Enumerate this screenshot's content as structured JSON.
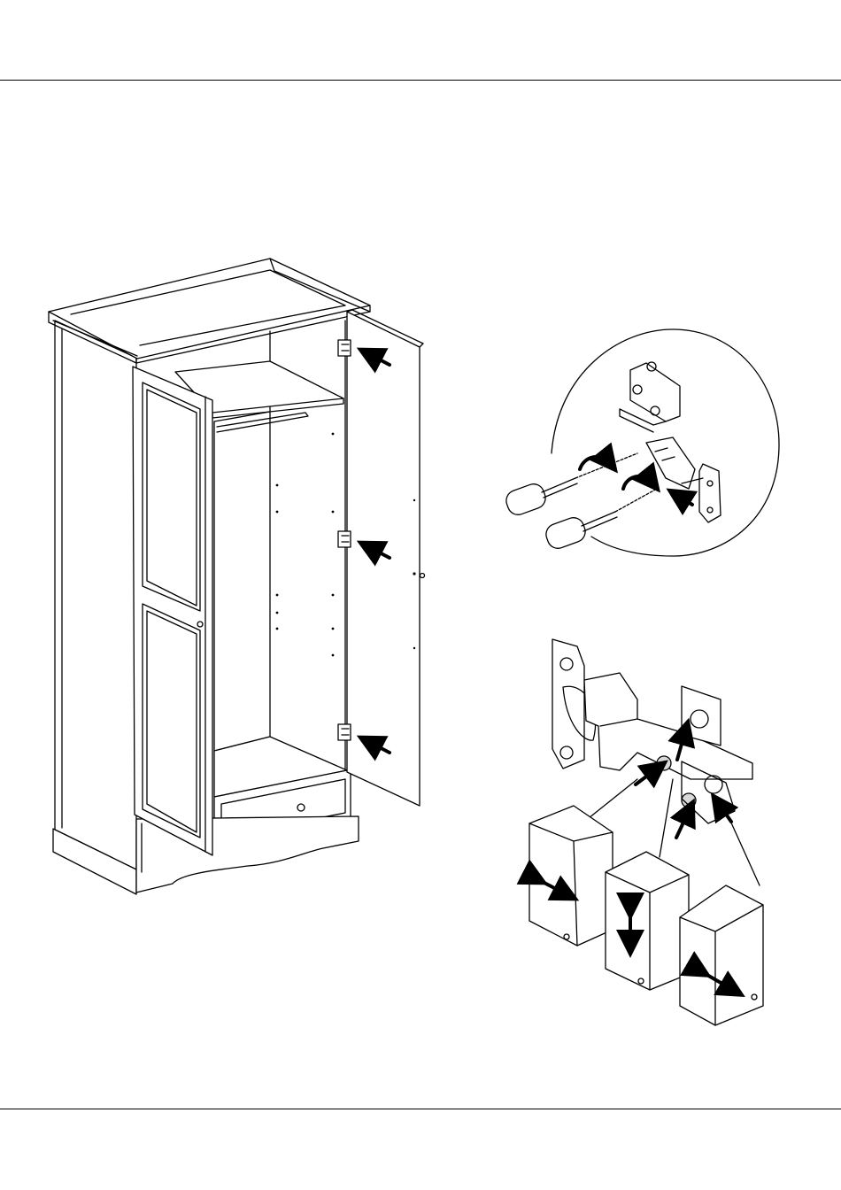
{
  "page": {
    "background": "#ffffff",
    "line_color": "#000000",
    "shade_color": "#d9d9d9"
  },
  "figures": {
    "wardrobe": {
      "icon": "wardrobe-open-door-illustration",
      "hinge_count": 3,
      "pointer_arrows": 3
    },
    "hinge_detail": {
      "icon": "hinge-screwdriver-detail-illustration",
      "screwdrivers": 2,
      "rotation_arrows": 2
    },
    "hinge_adjustment": {
      "icon": "hinge-adjustment-screws-illustration",
      "door_panels": 3,
      "panel_directions": [
        "horizontal",
        "vertical",
        "horizontal"
      ]
    }
  }
}
